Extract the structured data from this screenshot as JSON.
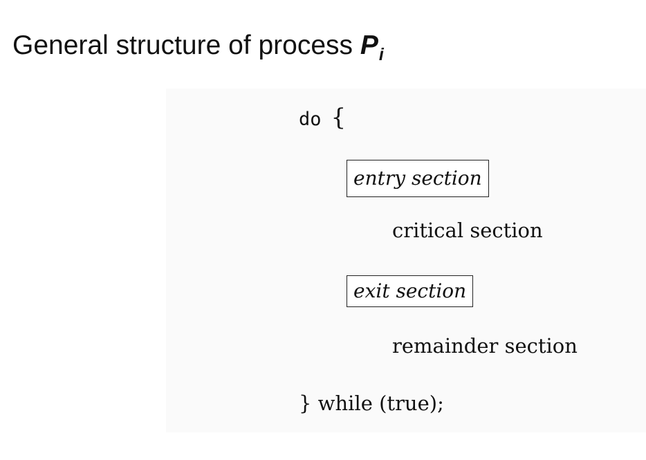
{
  "title": {
    "text": "General structure of process ",
    "variable": "P",
    "subscript": "i"
  },
  "code": {
    "do_keyword": "do",
    "open_brace": "{",
    "entry_section": "entry section",
    "critical_section": "critical section",
    "exit_section": "exit section",
    "remainder_section": "remainder section",
    "while_line": "} while (true);"
  }
}
